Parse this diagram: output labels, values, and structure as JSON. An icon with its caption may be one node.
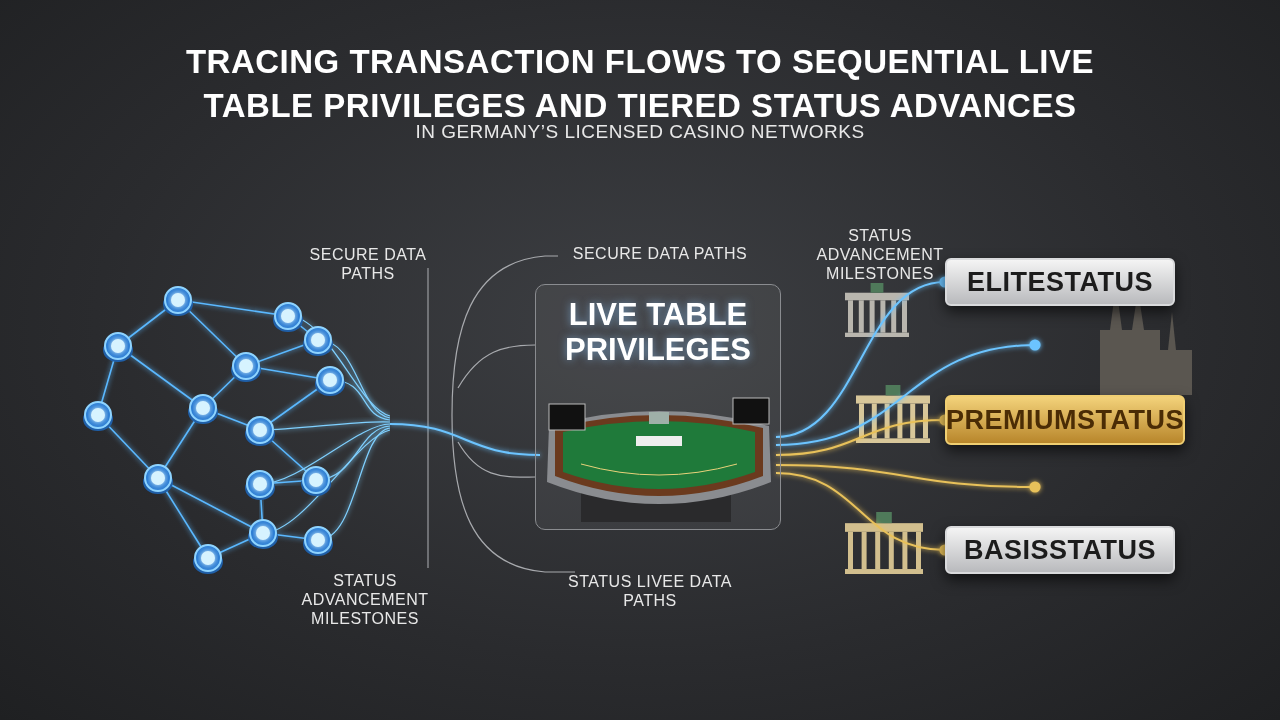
{
  "diagram": {
    "title": "TRACING TRANSACTION FLOWS TO SEQUENTIAL LIVE TABLE PRIVILEGES AND TIERED STATUS ADVANCES",
    "nodes": [
      {
        "text": [],
        "shape": "picture"
      },
      {
        "text": [
          "LIVE TABLE PRIVILEGES"
        ]
      },
      {
        "text": [],
        "shape": "picture",
        "in": 1
      },
      {
        "text": [
          "ELITESTATUS"
        ]
      },
      {
        "text": [
          "PREMIUMSTATUS"
        ]
      },
      {
        "text": [
          "BASISSTATUS"
        ]
      }
    ],
    "edges": [
      {
        "from": 0,
        "to": 2,
        "arrow": "none",
        "color": "#6cc4ff"
      },
      {
        "from": 2,
        "to": 3,
        "arrow": "other",
        "color": "#6cc4ff"
      },
      {
        "from": 2,
        "to": null,
        "arrow": "other",
        "color": "#6cc4ff"
      },
      {
        "from": 2,
        "to": 4,
        "arrow": "other",
        "color": "#e8c15a"
      },
      {
        "from": 2,
        "to": null,
        "arrow": "other",
        "color": "#e8c15a"
      },
      {
        "from": 2,
        "to": 5,
        "arrow": "other",
        "color": "#e8c15a"
      }
    ],
    "labels": [
      "IN GERMANY’S LICENSED CASINO NETWORKS",
      "SECURE DATA PATHS",
      "SECURE DATA PATHS",
      "STATUS ADVANCEMENT MILESTONES",
      "STATUS ADVANCEMENT MILESTONES",
      "STATUS LIVEE DATA PATHS"
    ]
  }
}
